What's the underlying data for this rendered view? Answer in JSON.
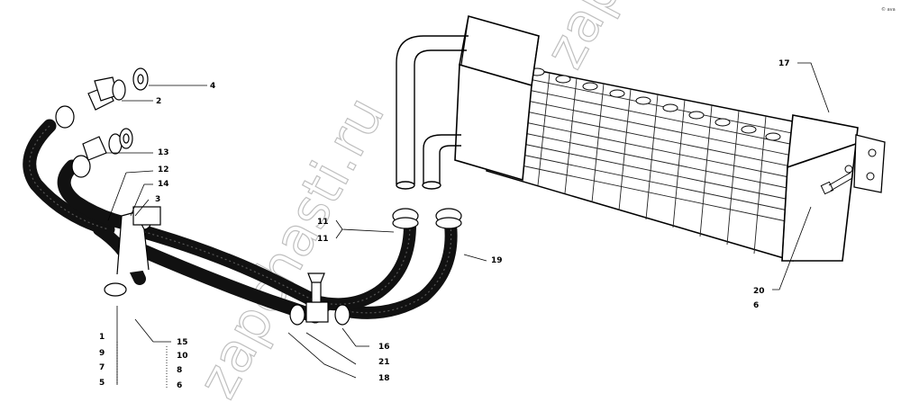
{
  "watermark": "zapchasti.ru",
  "corner_mark": "© ava",
  "callouts": {
    "c4": "4",
    "c2": "2",
    "c13": "13",
    "c12": "12",
    "c14": "14",
    "c3": "3",
    "c11a": "11",
    "c11b": "11",
    "c19": "19",
    "c17": "17",
    "c20": "20",
    "c6r": "6",
    "c1": "1",
    "c9": "9",
    "c7": "7",
    "c5": "5",
    "c15": "15",
    "c10": "10",
    "c8": "8",
    "c6l": "6",
    "c16": "16",
    "c21": "21",
    "c18": "18"
  }
}
